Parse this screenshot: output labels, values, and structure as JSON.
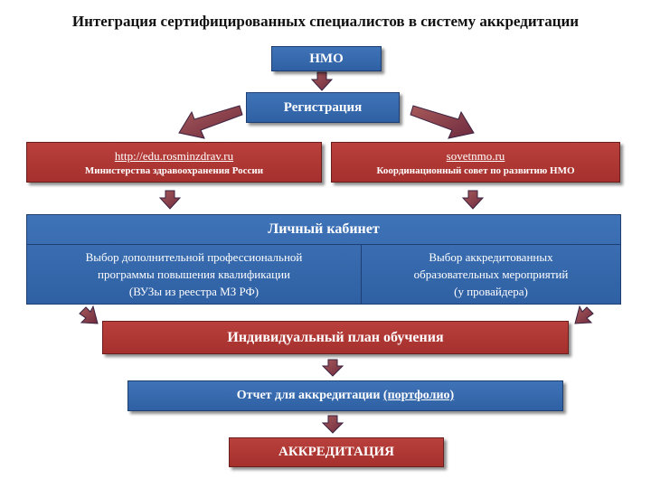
{
  "title": "Интеграция сертифицированных специалистов в систему аккредитации",
  "nmo": "НМО",
  "registration": "Регистрация",
  "left_site": {
    "url": "http://edu.rosminzdrav.ru",
    "caption": "Министерства здравоохранения России"
  },
  "right_site": {
    "url": "sovetnmo.ru",
    "caption": "Координационный совет по развитию НМО"
  },
  "cabinet": {
    "title": "Личный кабинет",
    "left_text": "Выбор дополнительной профессиональной\nпрограммы повышения квалификации\n(ВУЗы из реестра МЗ РФ)",
    "right_text": "Выбор аккредитованных\nобразовательных мероприятий\n(у провайдера)"
  },
  "plan": "Индивидуальный план обучения",
  "report": {
    "text": "Отчет для аккредитации ",
    "portfolio": "(портфолио)"
  },
  "accreditation": "АККРЕДИТАЦИЯ",
  "colors": {
    "blue": "#3366aa",
    "red": "#b03632",
    "arrow": "#8a3a3a"
  }
}
